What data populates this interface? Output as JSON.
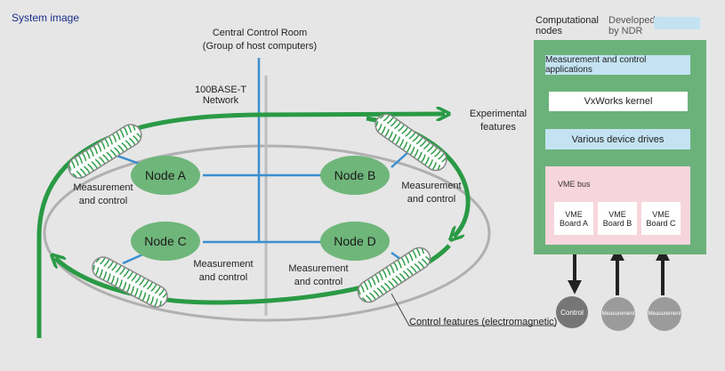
{
  "header": {
    "title": "System image"
  },
  "control_room": {
    "line1": "Central Control Room",
    "line2": "(Group of host computers)"
  },
  "network": {
    "line1": "100BASE-T",
    "line2": "Network"
  },
  "experimental": {
    "line1": "Experimental",
    "line2": "features"
  },
  "nodes": {
    "a": "Node A",
    "b": "Node B",
    "c": "Node C",
    "d": "Node D"
  },
  "mc": {
    "line1": "Measurement",
    "line2": "and control"
  },
  "control_features": "Control features (electromagnetic)",
  "legend": {
    "computational": {
      "line1": "Computational",
      "line2": "nodes"
    },
    "developed": {
      "line1": "Developed",
      "line2": "by NDR"
    }
  },
  "stack": {
    "apps": "Measurement and control applications",
    "kernel": "VxWorks kernel",
    "drivers": "Various device drives",
    "bus": "VME bus",
    "boards": [
      {
        "line1": "VME",
        "line2": "Board A"
      },
      {
        "line1": "VME",
        "line2": "Board B"
      },
      {
        "line1": "VME",
        "line2": "Board C"
      }
    ]
  },
  "io": {
    "control": "Control",
    "measurement1": "Measurement",
    "measurement2": "Measurement"
  },
  "colors": {
    "ring_green": "#2a9a45",
    "node_green": "#6fb67a",
    "panel_green": "#6bb27a",
    "network_blue": "#3a8fd0",
    "light_blue": "#c4e3f2",
    "pink": "#f6d6dc",
    "background": "#e6e6e6"
  }
}
